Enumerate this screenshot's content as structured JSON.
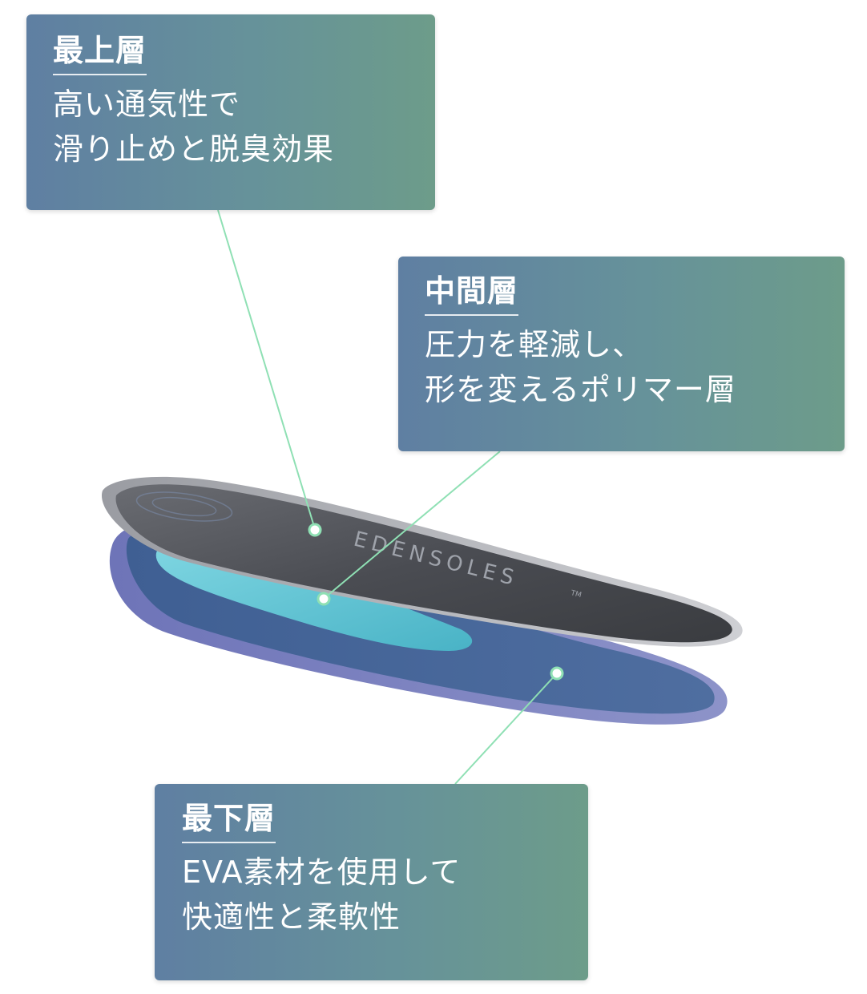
{
  "layers": [
    {
      "id": "top",
      "heading": "最上層",
      "lines": [
        "高い通気性で",
        "滑り止めと脱臭効果"
      ]
    },
    {
      "id": "middle",
      "heading": "中間層",
      "lines": [
        "圧力を軽減し、",
        "形を変えるポリマー層"
      ]
    },
    {
      "id": "bottom",
      "heading": "最下層",
      "lines": [
        "EVA素材を使用して",
        "快適性と柔軟性"
      ]
    }
  ],
  "illustration": {
    "brand_text": "EDENSOLES",
    "trademark": "TM"
  },
  "colors": {
    "callout_start": "#5f7fa2",
    "callout_end": "#6d9c8a",
    "leader_line": "#8fe0b4",
    "top_layer": "#4a4c52",
    "middle_layer": "#5fc3d4",
    "bottom_layer": "#5d77a8"
  }
}
